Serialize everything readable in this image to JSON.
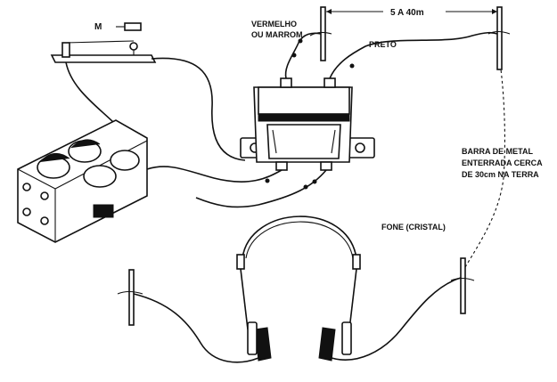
{
  "labels": {
    "motor": "M",
    "red_wire": "VERMELHO",
    "brown_wire": "OU MARROM",
    "black_wire": "PRETO",
    "distance": "5 A 40m",
    "rod_line1": "BARRA DE METAL",
    "rod_line2": "ENTERRADA CERCA",
    "rod_line3": "DE 30cm NA TERRA",
    "headphone": "FONE (CRISTAL)"
  },
  "colors": {
    "ink": "#111111",
    "paper": "#ffffff"
  }
}
